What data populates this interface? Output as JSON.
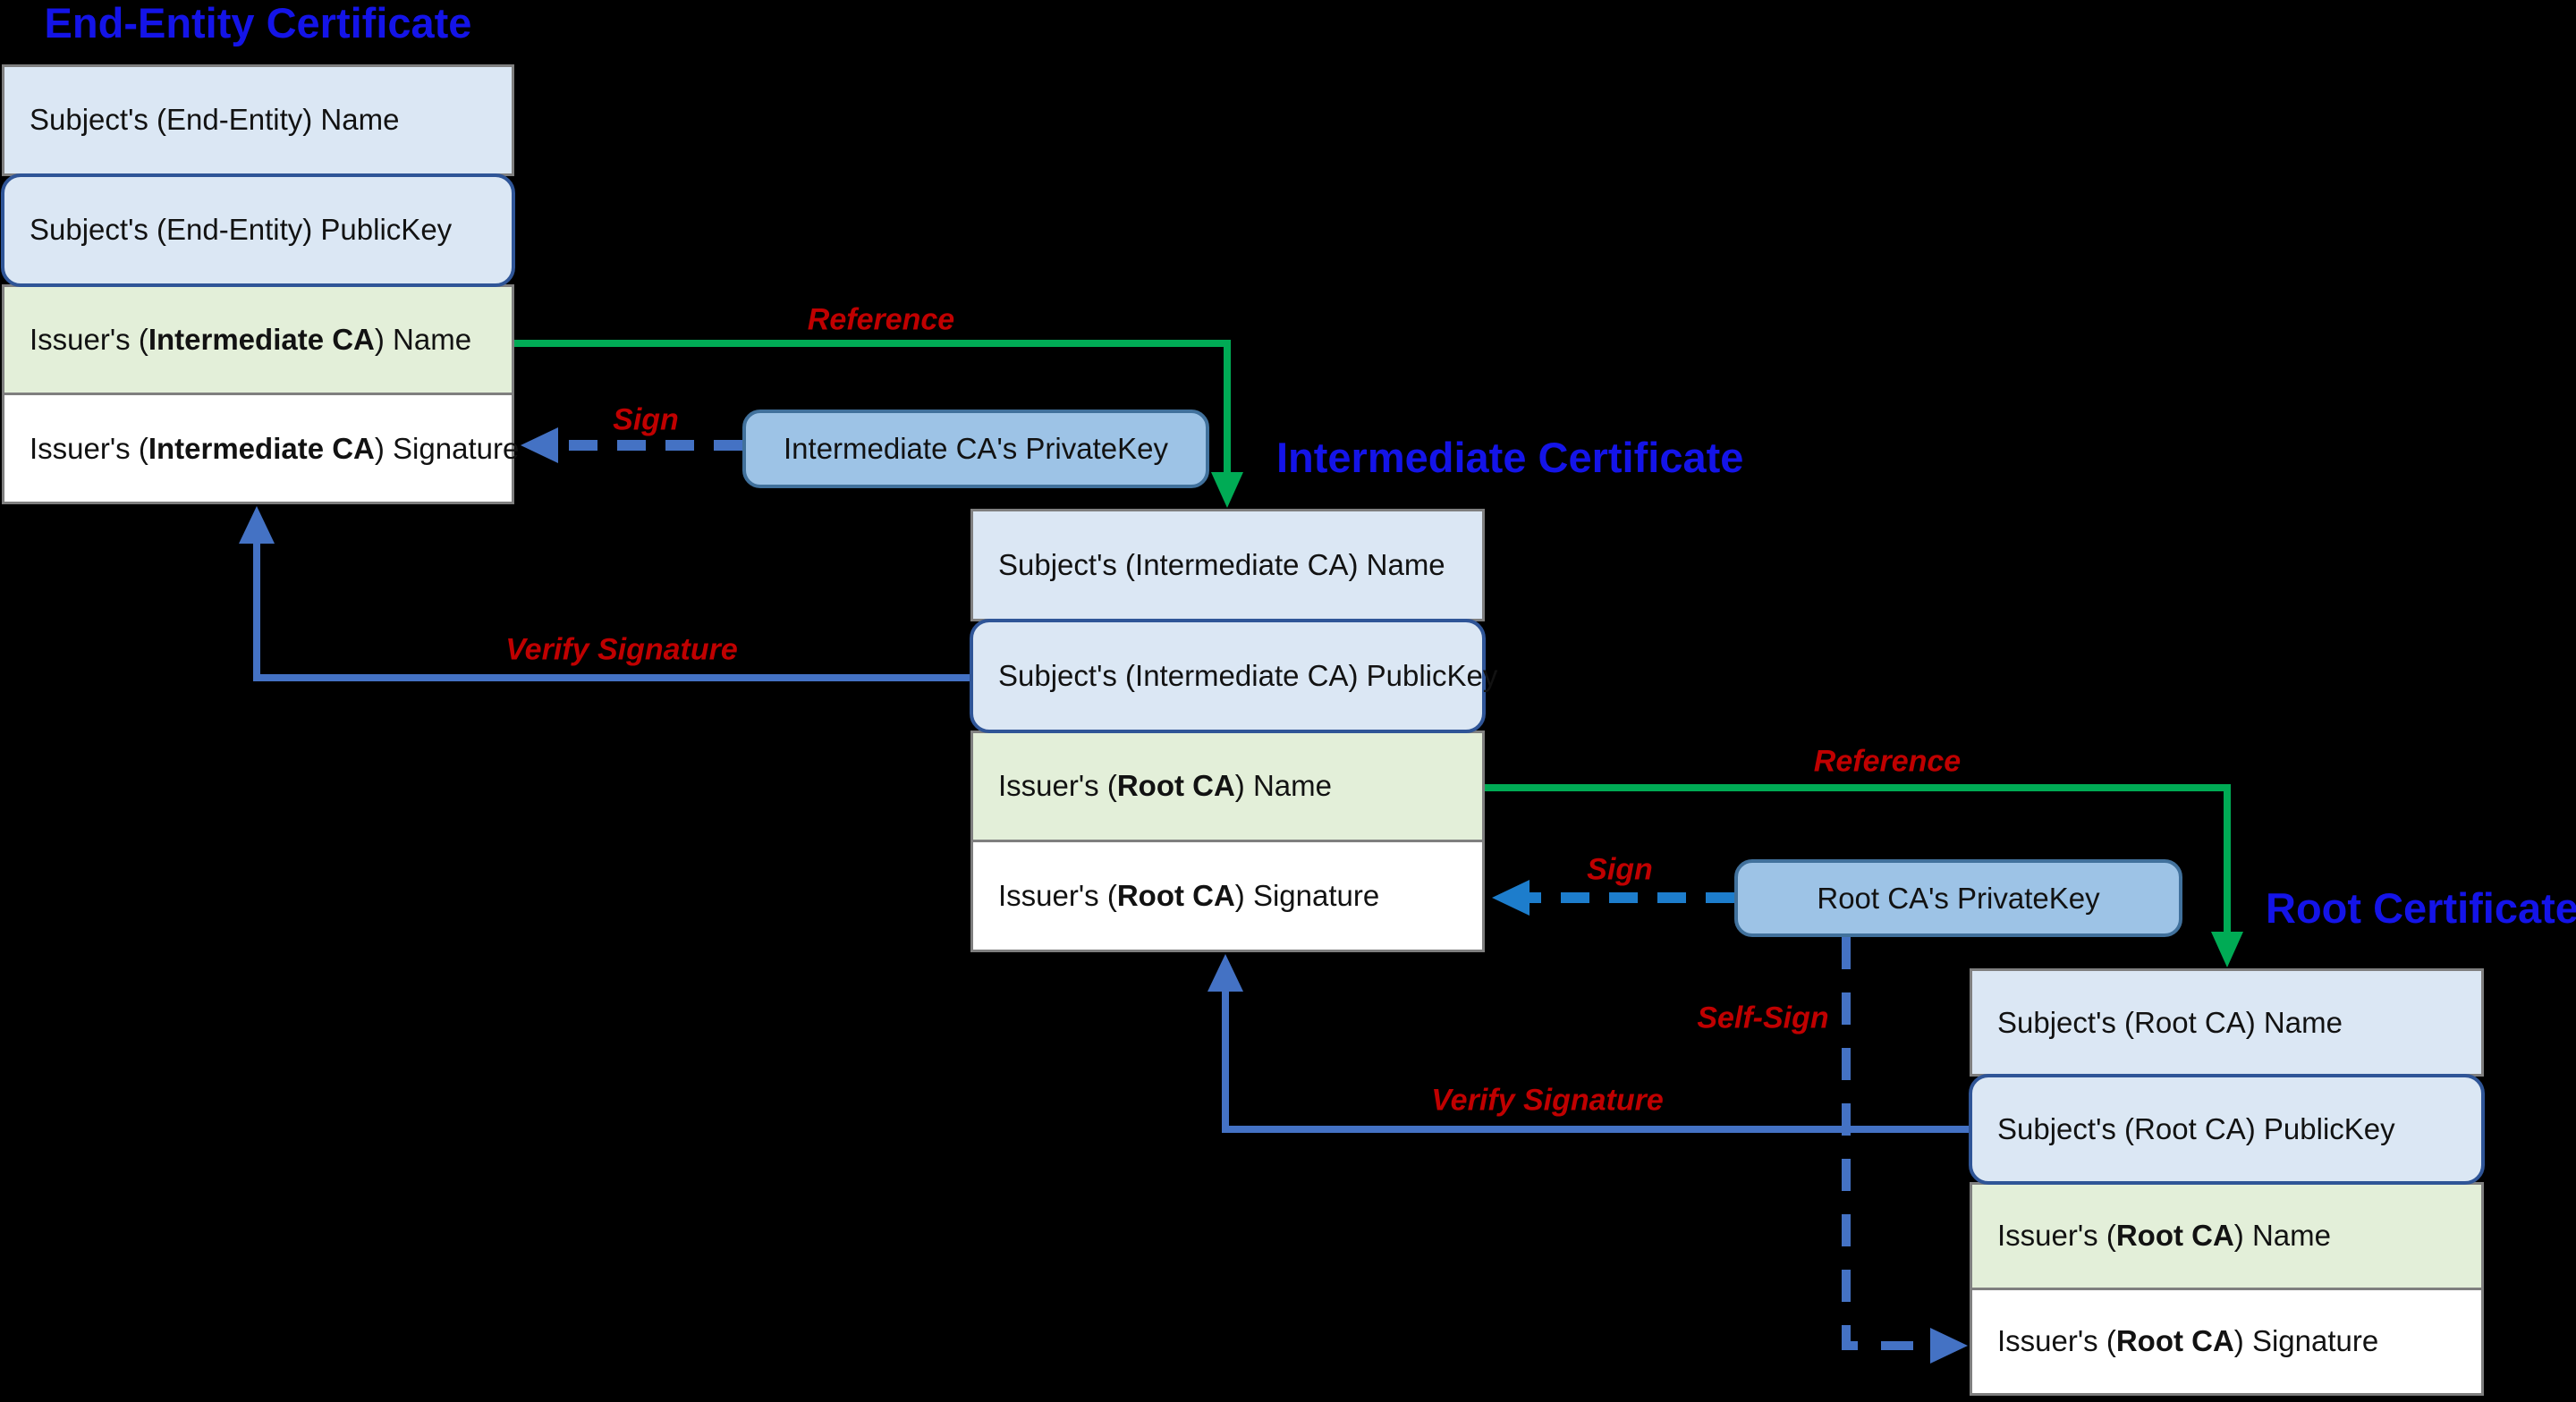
{
  "diagram": {
    "background": "#000000",
    "certificates": [
      {
        "title": "End-Entity Certificate",
        "rows": [
          {
            "prefix": "Subject's (End-Entity) Name",
            "bold": "",
            "suffix": ""
          },
          {
            "prefix": "Subject's (End-Entity) PublicKey",
            "bold": "",
            "suffix": ""
          },
          {
            "prefix": "Issuer's (",
            "bold": "Intermediate CA",
            "suffix": ") Name"
          },
          {
            "prefix": "Issuer's (",
            "bold": "Intermediate CA",
            "suffix": ") Signature"
          }
        ]
      },
      {
        "title": "Intermediate Certificate",
        "rows": [
          {
            "prefix": "Subject's (Intermediate CA) Name",
            "bold": "",
            "suffix": ""
          },
          {
            "prefix": "Subject's (Intermediate CA) PublicKey",
            "bold": "",
            "suffix": ""
          },
          {
            "prefix": "Issuer's (",
            "bold": "Root CA",
            "suffix": ") Name"
          },
          {
            "prefix": "Issuer's (",
            "bold": "Root CA",
            "suffix": ") Signature"
          }
        ]
      },
      {
        "title": "Root Certificate",
        "rows": [
          {
            "prefix": "Subject's (Root CA) Name",
            "bold": "",
            "suffix": ""
          },
          {
            "prefix": "Subject's (Root CA) PublicKey",
            "bold": "",
            "suffix": ""
          },
          {
            "prefix": "Issuer's (",
            "bold": "Root CA",
            "suffix": ") Name"
          },
          {
            "prefix": "Issuer's (",
            "bold": "Root CA",
            "suffix": ") Signature"
          }
        ]
      }
    ],
    "private_keys": [
      {
        "label": "Intermediate CA's PrivateKey"
      },
      {
        "label": "Root CA's PrivateKey"
      }
    ],
    "arrows": [
      {
        "label": "Reference",
        "type": "reference",
        "style": "solid-green"
      },
      {
        "label": "Sign",
        "type": "sign",
        "style": "dashed-blue"
      },
      {
        "label": "Verify Signature",
        "type": "verify",
        "style": "solid-blue"
      },
      {
        "label": "Reference",
        "type": "reference",
        "style": "solid-green"
      },
      {
        "label": "Sign",
        "type": "sign",
        "style": "dashed-bright-blue"
      },
      {
        "label": "Self-Sign",
        "type": "self-sign",
        "style": "dashed-blue"
      },
      {
        "label": "Verify Signature",
        "type": "verify",
        "style": "solid-blue"
      }
    ],
    "colors": {
      "title_blue": "#1414e8",
      "label_red": "#c00000",
      "row_blue_fill": "#dbe7f4",
      "row_green_fill": "#e3efd9",
      "row_white_fill": "#ffffff",
      "row_border_gray": "#7f7f7f",
      "publickey_border_blue": "#2f5597",
      "privatekey_fill": "#9dc3e6",
      "privatekey_border": "#41719c",
      "arrow_green": "#00ab55",
      "arrow_blue": "#4472c4",
      "arrow_bright_blue": "#1d7dcc"
    }
  }
}
